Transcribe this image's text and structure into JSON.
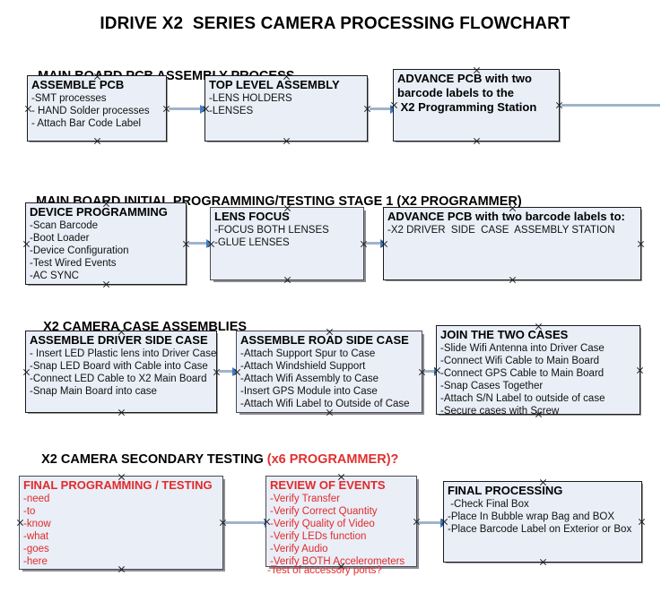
{
  "title": "IDRIVE X2  SERIES CAMERA PROCESSING FLOWCHART",
  "sections": [
    {
      "id": "sec1",
      "label": "MAIN BOARD PCB ASSEMBLY PROCESS",
      "accent": ""
    },
    {
      "id": "sec2",
      "label": "MAIN BOARD INITIAL PROGRAMMING/TESTING STAGE 1 (X2 PROGRAMMER)",
      "accent": ""
    },
    {
      "id": "sec3",
      "label": "X2 CAMERA CASE ASSEMBLIES",
      "accent": ""
    },
    {
      "id": "sec4",
      "label": "X2 CAMERA SECONDARY TESTING ",
      "accent": "(x6 PROGRAMMER)?"
    }
  ],
  "boxes": [
    {
      "id": "assemble-pcb",
      "title": "ASSEMBLE PCB",
      "lines": [
        "-SMT processes",
        "- HAND Solder processes",
        "- Attach Bar Code Label"
      ],
      "color": "black"
    },
    {
      "id": "top-level-assembly",
      "title": "TOP LEVEL ASSEMBLY",
      "lines": [
        "-LENS HOLDERS",
        "-LENSES"
      ],
      "color": "black"
    },
    {
      "id": "advance-pcb-programming-station",
      "title": "ADVANCE PCB with two",
      "lines": [
        "barcode labels to the",
        " X2 Programming Station"
      ],
      "color": "black"
    },
    {
      "id": "device-programming",
      "title": "DEVICE PROGRAMMING",
      "lines": [
        "-Scan Barcode",
        "-Boot Loader",
        "-Device Configuration",
        "-Test Wired Events",
        "-AC SYNC"
      ],
      "color": "black"
    },
    {
      "id": "lens-focus",
      "title": "LENS FOCUS",
      "lines": [
        "-FOCUS BOTH LENSES",
        "-GLUE LENSES"
      ],
      "color": "black"
    },
    {
      "id": "advance-pcb-driver-side-case",
      "title": "ADVANCE PCB with two barcode labels to:",
      "lines": [
        "-X2 DRIVER  SIDE  CASE  ASSEMBLY STATION"
      ],
      "color": "black"
    },
    {
      "id": "assemble-driver-side-case",
      "title": "ASSEMBLE DRIVER SIDE CASE",
      "lines": [
        "- Insert LED Plastic lens into Driver Case",
        "-Snap LED Board with Cable into Case",
        "-Connect LED Cable to X2 Main Board",
        "-Snap Main Board into case"
      ],
      "color": "black"
    },
    {
      "id": "assemble-road-side-case",
      "title": "ASSEMBLE ROAD SIDE CASE",
      "lines": [
        "-Attach Support Spur to Case",
        "-Attach Windshield Support",
        "-Attach Wifi Assembly to Case",
        "-Insert GPS Module into Case",
        "-Attach Wifi Label to Outside of Case"
      ],
      "color": "black"
    },
    {
      "id": "join-the-two-cases",
      "title": "JOIN THE TWO CASES",
      "lines": [
        "-Slide Wifi Antenna into Driver Case",
        "-Connect Wifi Cable to Main Board",
        "-Connect GPS Cable to Main Board",
        "-Snap Cases Together",
        "-Attach S/N Label to outside of case",
        "-Secure cases with Screw"
      ],
      "color": "black"
    },
    {
      "id": "final-programming-testing",
      "title": "FINAL PROGRAMMING / TESTING",
      "lines": [
        "-need",
        "-to",
        "-know",
        "-what",
        "-goes",
        "-here"
      ],
      "color": "red"
    },
    {
      "id": "review-of-events",
      "title": "REVIEW OF EVENTS",
      "lines": [
        "-Verify Transfer",
        "-Verify Correct Quantity",
        "-Verify Quality of Video",
        "-Verify LEDs function",
        "-Verify Audio",
        "-Verify BOTH Accelerometers"
      ],
      "overflow_line": "-Test of accessory ports?",
      "color": "red"
    },
    {
      "id": "final-processing",
      "title": "FINAL PROCESSING",
      "lines": [
        " -Check Final Box",
        "-Place In Bubble wrap Bag and BOX",
        "-Place Barcode Label on Exterior or Box"
      ],
      "color": "black"
    }
  ],
  "colors": {
    "box_fill": "#e9eef7",
    "box_border": "#1b1b1b",
    "arrow_line": "#9fb4cc",
    "arrow_head": "#3f7cc4",
    "accent_red": "#e02b2b",
    "text": "#000000"
  }
}
